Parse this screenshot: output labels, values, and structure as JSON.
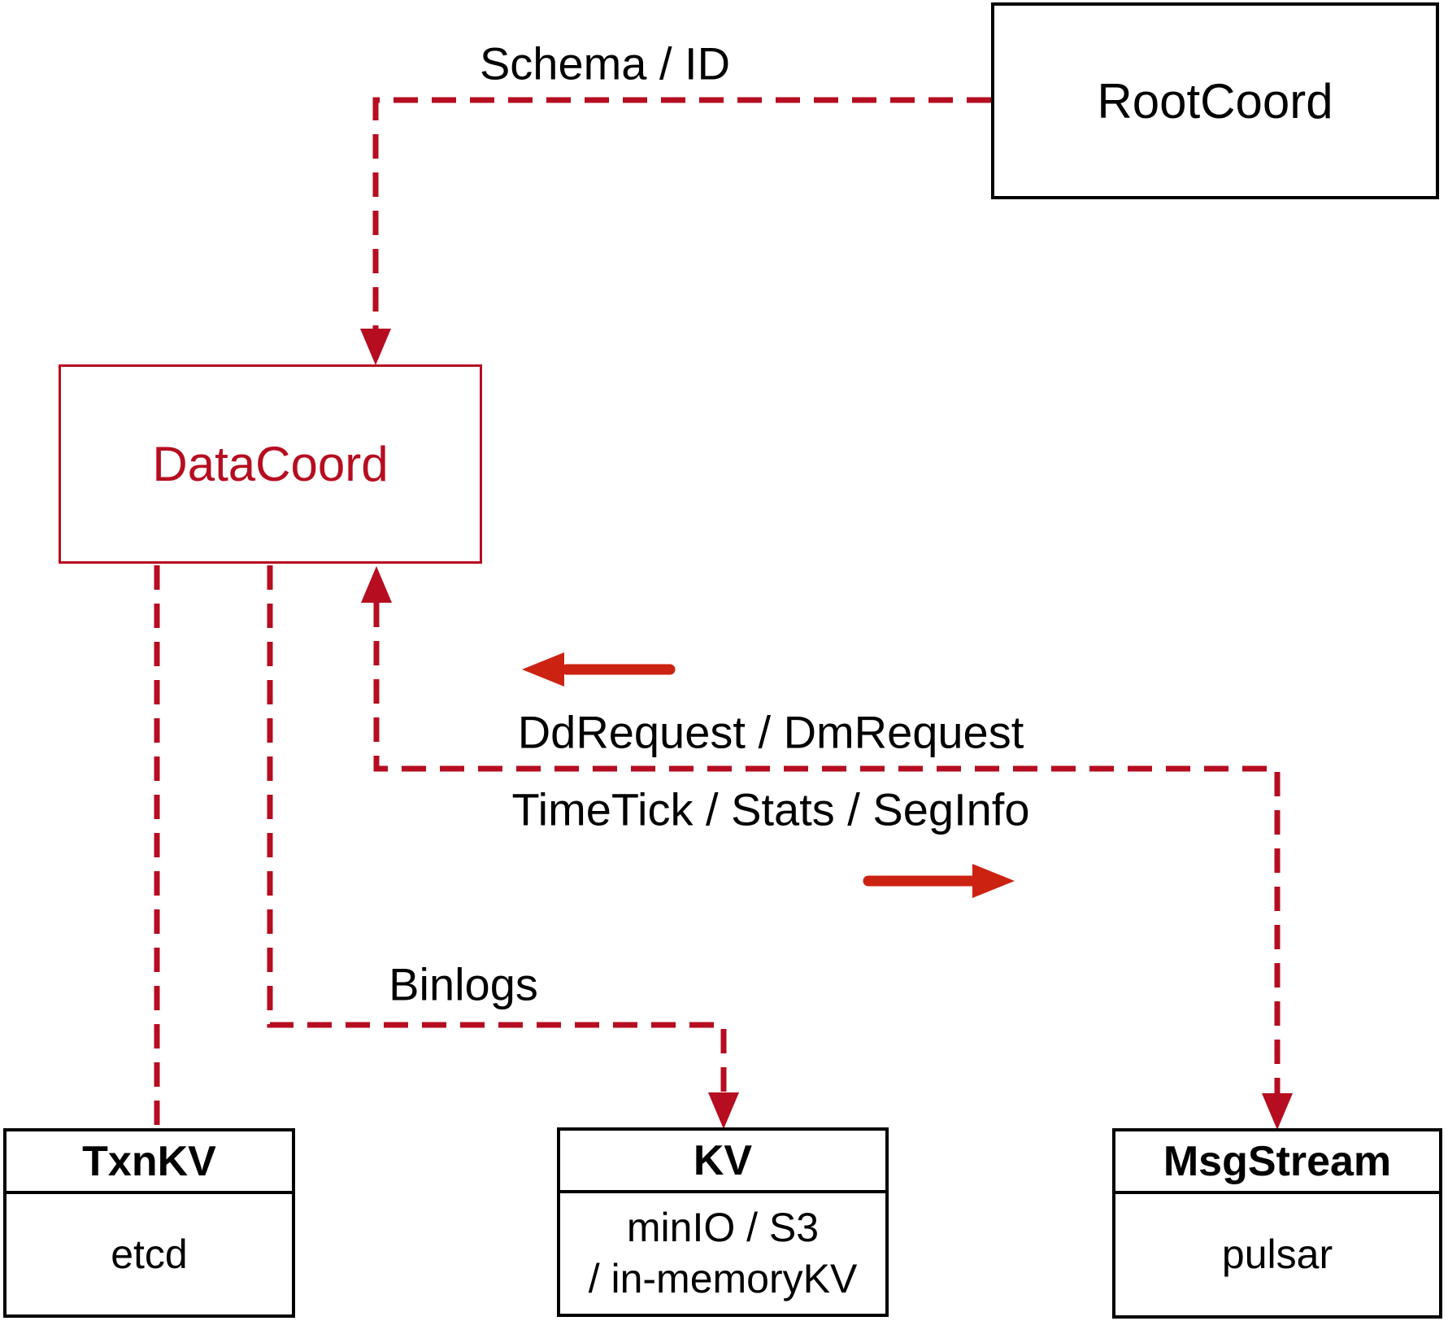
{
  "diagram": {
    "colors": {
      "connector_red": "#b60d20",
      "arrow_red": "#cc2211",
      "box_border": "#000000",
      "label_text": "#000000"
    },
    "nodes": {
      "rootcoord": {
        "label": "RootCoord"
      },
      "datacoord": {
        "label": "DataCoord"
      },
      "txnkv": {
        "title": "TxnKV",
        "content": "etcd"
      },
      "kv": {
        "title": "KV",
        "content_line1": "minIO / S3",
        "content_line2": "/ in-memoryKV"
      },
      "msgstream": {
        "title": "MsgStream",
        "content": "pulsar"
      }
    },
    "edge_labels": {
      "schema_id": "Schema / ID",
      "dd_dm_request": "DdRequest / DmRequest",
      "timetick_stats_seginfo": "TimeTick / Stats / SegInfo",
      "binlogs": "Binlogs"
    }
  }
}
